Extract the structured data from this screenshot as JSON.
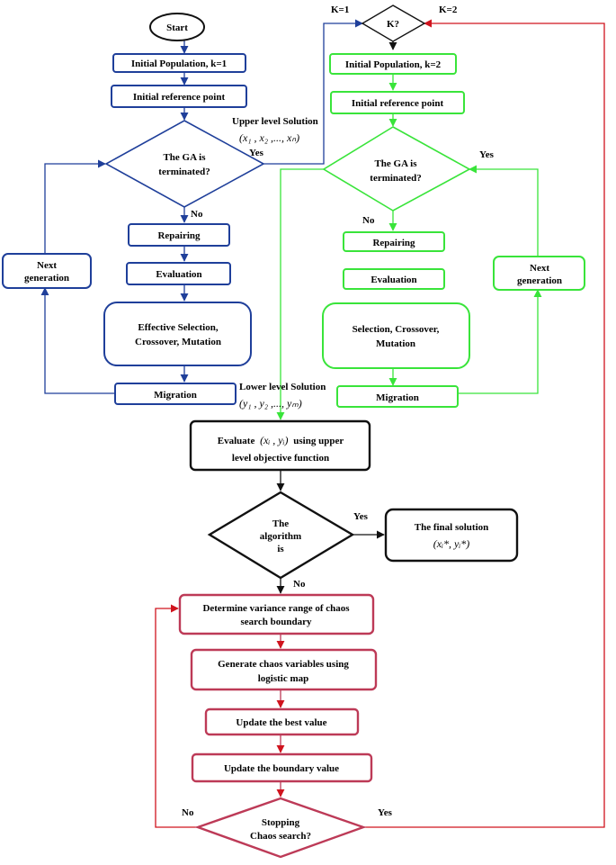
{
  "colors": {
    "blue": "#1f3f9a",
    "green": "#39e43a",
    "red": "#bd3a57",
    "black": "#111111",
    "arrow_red": "#d0141e"
  },
  "start": "Start",
  "k_decision": "K?",
  "k1_label": "K=1",
  "k2_label": "K=2",
  "upper": {
    "init_pop": "Initial Population, k=1",
    "init_ref": "Initial reference point",
    "decision_line1": "The GA is",
    "decision_line2": "terminated?",
    "yes": "Yes",
    "no": "No",
    "repairing": "Repairing",
    "evaluation": "Evaluation",
    "selection_line1": "Effective Selection,",
    "selection_line2": "Crossover, Mutation",
    "migration": "Migration",
    "next_gen_line1": "Next",
    "next_gen_line2": "generation",
    "solution_label": "Upper level Solution",
    "solution_math": "(x₁ , x₂ ,..., xₙ)"
  },
  "lower": {
    "init_pop": "Initial Population, k=2",
    "init_ref": "Initial reference point",
    "decision_line1": "The GA is",
    "decision_line2": "terminated?",
    "yes": "Yes",
    "no": "No",
    "repairing": "Repairing",
    "evaluation": "Evaluation",
    "selection_line1": "Selection, Crossover,",
    "selection_line2": "Mutation",
    "migration": "Migration",
    "next_gen_line1": "Next",
    "next_gen_line2": "generation",
    "solution_label": "Lower level Solution",
    "solution_math": "(y₁ , y₂ ,..., yₘ)"
  },
  "evaluate": {
    "line1_pre": "Evaluate",
    "line1_math": "(xᵢ , yᵢ)",
    "line1_post": "using upper",
    "line2": "level objective function"
  },
  "algorithm_decision": {
    "line1": "The",
    "line2": "algorithm",
    "line3": "is",
    "yes": "Yes",
    "no": "No"
  },
  "final": {
    "line1": "The final solution",
    "line2": "(xᵢ*, yᵢ*)"
  },
  "chaos": {
    "variance_line1": "Determine variance range of chaos",
    "variance_line2": "search boundary",
    "generate_line1": "Generate chaos variables using",
    "generate_line2": "logistic map",
    "best": "Update the best value",
    "boundary": "Update the boundary value",
    "stop_line1": "Stopping",
    "stop_line2": "Chaos search?",
    "no": "No",
    "yes": "Yes"
  }
}
